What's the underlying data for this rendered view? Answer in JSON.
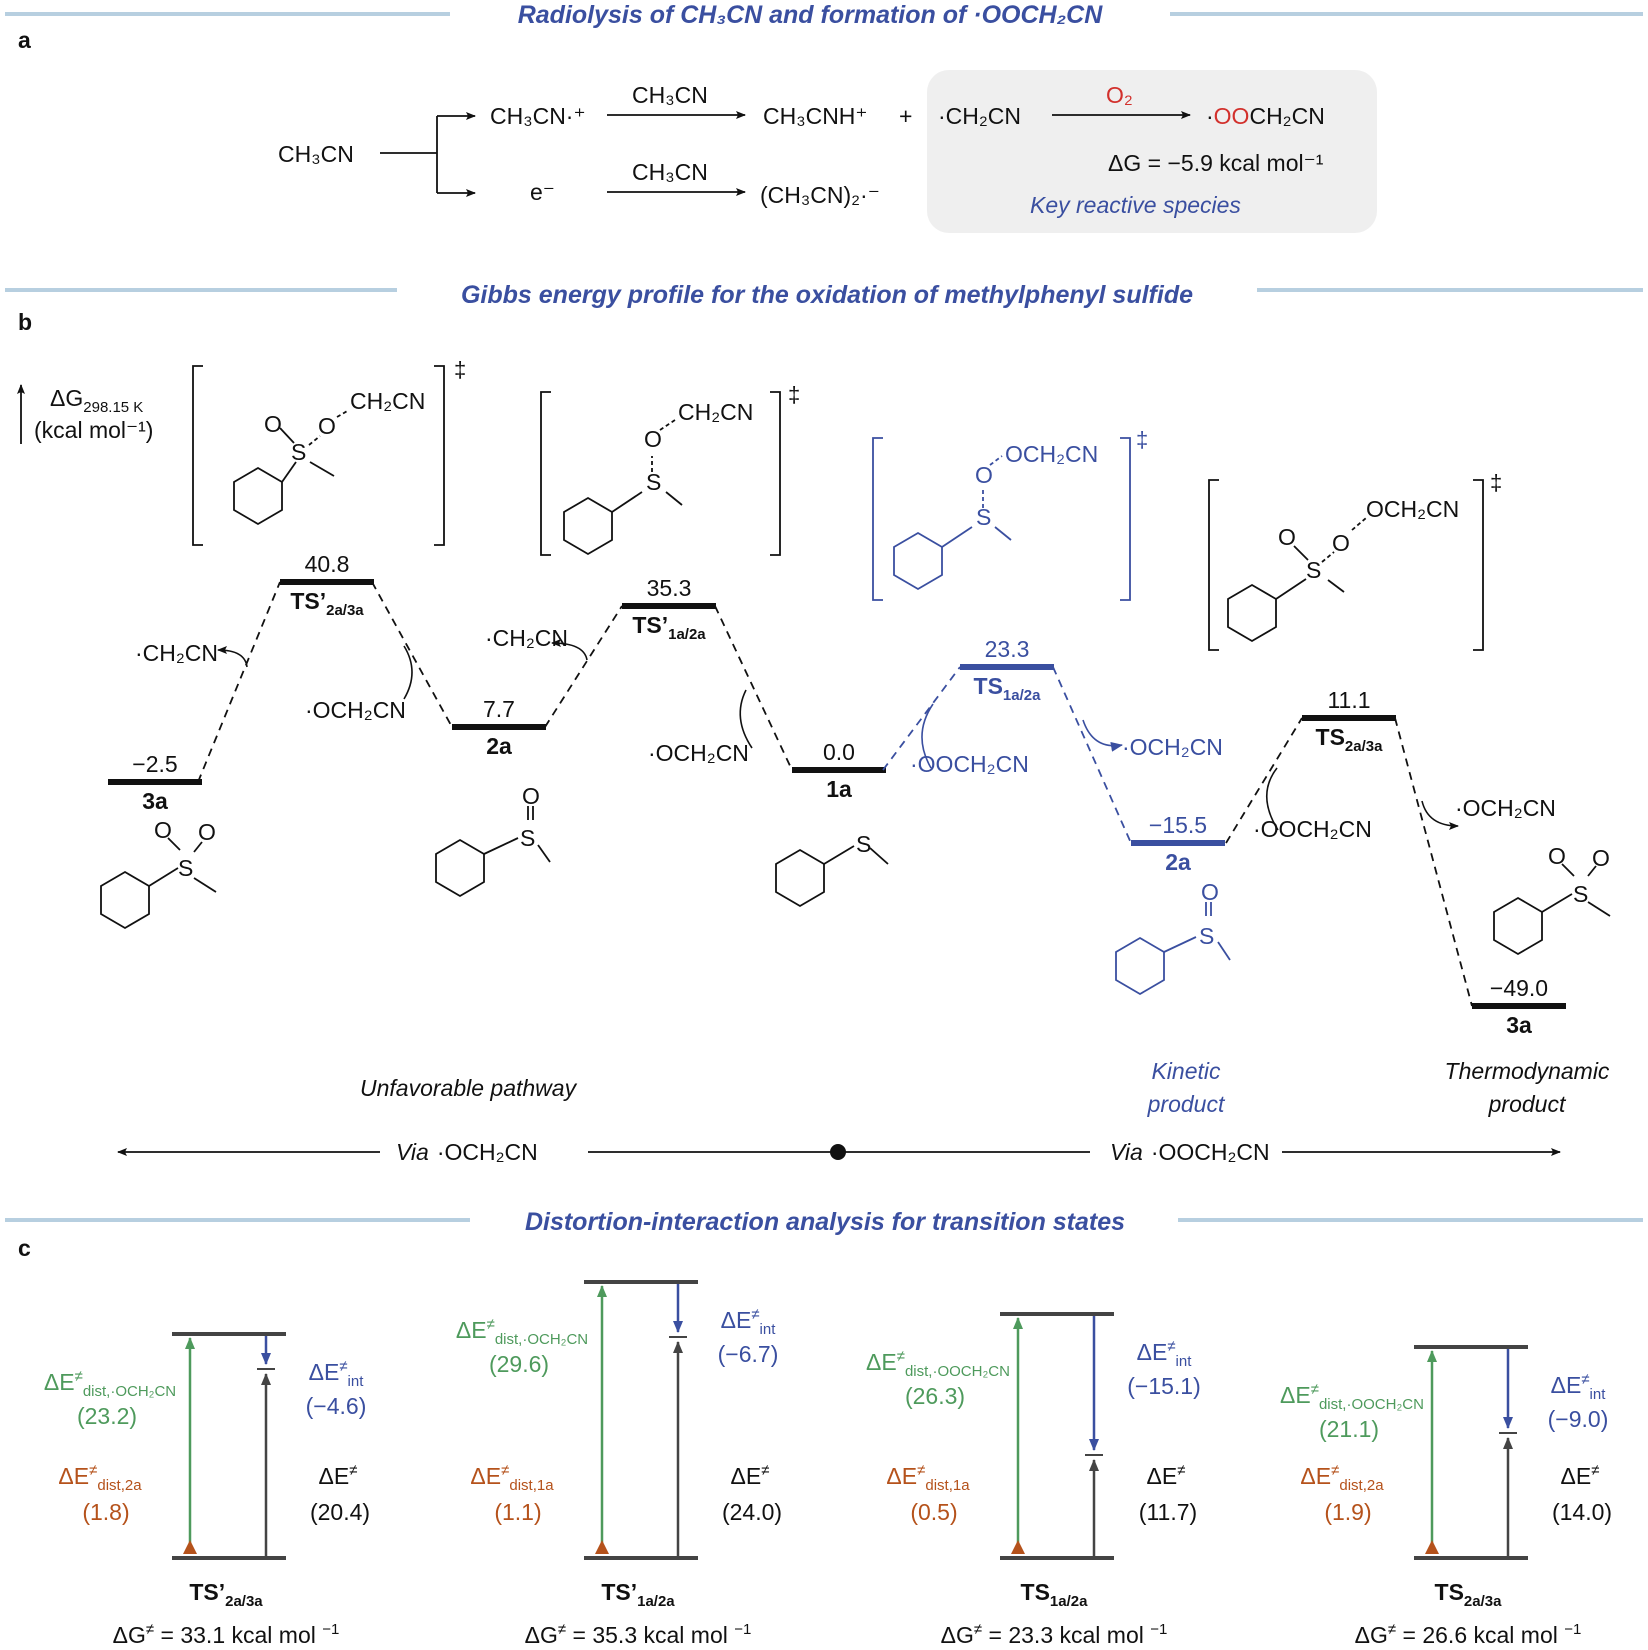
{
  "colors": {
    "title_blue": "#3a4fa0",
    "rule_blue": "#b7cfe0",
    "pathway_blue": "#3a4fa0",
    "o2_red": "#d2302c",
    "dist_green": "#4e9a5c",
    "dist_orange": "#b5521b",
    "level_black": "#111111",
    "box_gray": "#efefef"
  },
  "panel_a": {
    "letter": "a",
    "title": "Radiolysis of CH₃CN and formation of ·OOCH₂CN",
    "reactant": "CH₃CN",
    "upper_product": "CH₃CN·⁺",
    "lower_product": "e⁻",
    "reagent": "CH₃CN",
    "upper_final": "CH₃CNH⁺",
    "plus": "+",
    "radical": "·CH₂CN",
    "o2": "O₂",
    "peroxyl_prefix": "·",
    "peroxyl_red": "OO",
    "peroxyl_rest": "CH₂CN",
    "lower_final": "(CH₃CN)₂·⁻",
    "delta_g": "ΔG = −5.9 kcal mol⁻¹",
    "key_label": "Key reactive species"
  },
  "panel_b": {
    "letter": "b",
    "title": "Gibbs energy profile for the oxidation of  methylphenyl sulfide",
    "y_axis_label": "ΔG",
    "y_axis_sub": "298.15 K",
    "y_axis_unit": "(kcal mol⁻¹)",
    "dagger": "‡",
    "levels": [
      {
        "id": "3a_left",
        "value": "−2.5",
        "name": "3a"
      },
      {
        "id": "ts_prime_23",
        "value": "40.8",
        "name": "TS’",
        "sub": "2a/3a"
      },
      {
        "id": "2a_left",
        "value": "7.7",
        "name": "2a"
      },
      {
        "id": "ts_prime_12",
        "value": "35.3",
        "name": "TS’",
        "sub": "1a/2a"
      },
      {
        "id": "1a",
        "value": "0.0",
        "name": "1a"
      },
      {
        "id": "ts_12",
        "value": "23.3",
        "name": "TS",
        "sub": "1a/2a"
      },
      {
        "id": "2a_right",
        "value": "−15.5",
        "name": "2a"
      },
      {
        "id": "ts_23",
        "value": "11.1",
        "name": "TS",
        "sub": "2a/3a"
      },
      {
        "id": "3a_right",
        "value": "−49.0",
        "name": "3a"
      }
    ],
    "radicals": {
      "ch2cn_1": "·CH₂CN",
      "och2cn_1": "·OCH₂CN",
      "ch2cn_2": "·CH₂CN",
      "och2cn_2": "·OCH₂CN",
      "ooch2cn_1": "·OOCH₂CN",
      "och2cn_3": "·OCH₂CN",
      "ooch2cn_2": "·OOCH₂CN",
      "och2cn_4": "·OCH₂CN"
    },
    "struct_labels": {
      "ch2cn": "CH₂CN",
      "och2cn": "OCH₂CN",
      "s": "S",
      "o": "O"
    },
    "unfavorable": "Unfavorable pathway",
    "kinetic": [
      "Kinetic",
      "product"
    ],
    "thermo": [
      "Thermodynamic",
      "product"
    ],
    "via_left_italic": "Via",
    "via_left": "·OCH₂CN",
    "via_right_italic": "Via",
    "via_right": "·OOCH₂CN"
  },
  "panel_c": {
    "letter": "c",
    "title": "Distortion-interaction analysis for transition states",
    "delta_e": "ΔE",
    "ne": "≠",
    "int_sub": "int",
    "units": "kcal mol",
    "units_exp": "−1",
    "dg_prefix": "ΔG",
    "columns": [
      {
        "ts": "TS’",
        "ts_sub": "2a/3a",
        "dist_rad_sub": "dist,·OCH₂CN",
        "dist_rad": "(23.2)",
        "int": "(−4.6)",
        "dist_sub_sub": "dist,2a",
        "dist_sub": "(1.8)",
        "total": "(20.4)",
        "dg": "= 33.1"
      },
      {
        "ts": "TS’",
        "ts_sub": "1a/2a",
        "dist_rad_sub": "dist,·OCH₂CN",
        "dist_rad": "(29.6)",
        "int": "(−6.7)",
        "dist_sub_sub": "dist,1a",
        "dist_sub": "(1.1)",
        "total": "(24.0)",
        "dg": "= 35.3"
      },
      {
        "ts": "TS",
        "ts_sub": "1a/2a",
        "dist_rad_sub": "dist,·OOCH₂CN",
        "dist_rad": "(26.3)",
        "int": "(−15.1)",
        "dist_sub_sub": "dist,1a",
        "dist_sub": "(0.5)",
        "total": "(11.7)",
        "dg": "= 23.3"
      },
      {
        "ts": "TS",
        "ts_sub": "2a/3a",
        "dist_rad_sub": "dist,·OOCH₂CN",
        "dist_rad": "(21.1)",
        "int": "(−9.0)",
        "dist_sub_sub": "dist,2a",
        "dist_sub": "(1.9)",
        "total": "(14.0)",
        "dg": "= 26.6"
      }
    ]
  }
}
